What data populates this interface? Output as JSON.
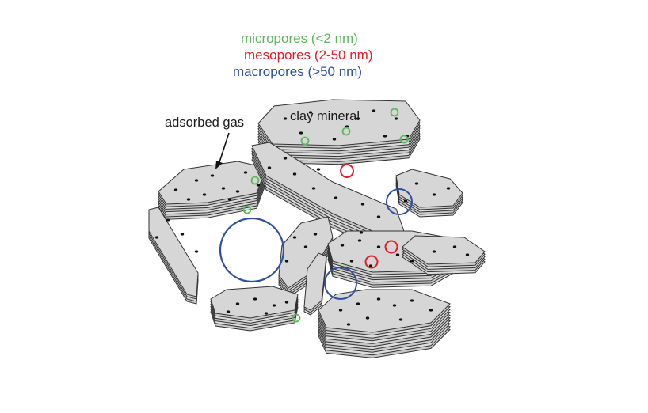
{
  "legend": {
    "micropores": "micropores  (<2 nm)",
    "mesopores": "mesopores  (2-50 nm)",
    "macropores": "macropores (>50 nm)"
  },
  "labels": {
    "adsorbed_gas": "adsorbed gas",
    "clay_mineral": "clay mineral"
  },
  "colors": {
    "micro": "#5cb85c",
    "meso": "#e41e26",
    "macro": "#2e4fa3",
    "flake_fill": "#d8d8d8",
    "flake_stroke": "#333333"
  },
  "icons": [
    "arrow-icon",
    "micropore-circle",
    "mesopore-circle",
    "macropore-circle"
  ]
}
